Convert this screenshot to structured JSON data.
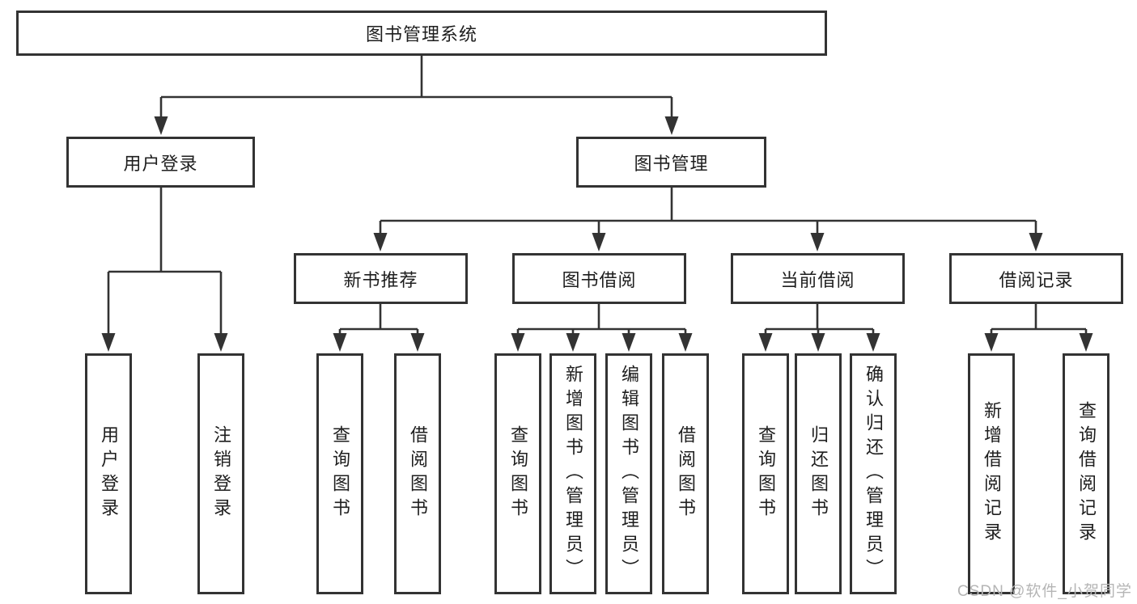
{
  "org": {
    "root": {
      "label": "图书管理系统",
      "children": [
        {
          "label": "用户登录",
          "children": [
            {
              "label": "用户登录"
            },
            {
              "label": "注销登录"
            }
          ]
        },
        {
          "label": "图书管理",
          "children": [
            {
              "label": "新书推荐",
              "children": [
                {
                  "label": "查询图书"
                },
                {
                  "label": "借阅图书"
                }
              ]
            },
            {
              "label": "图书借阅",
              "children": [
                {
                  "label": "查询图书"
                },
                {
                  "label": "新增图书（管理员）"
                },
                {
                  "label": "编辑图书（管理员）"
                },
                {
                  "label": "借阅图书"
                }
              ]
            },
            {
              "label": "当前借阅",
              "children": [
                {
                  "label": "查询图书"
                },
                {
                  "label": "归还图书"
                },
                {
                  "label": "确认归还（管理员）"
                }
              ]
            },
            {
              "label": "借阅记录",
              "children": [
                {
                  "label": "新增借阅记录"
                },
                {
                  "label": "查询借阅记录"
                }
              ]
            }
          ]
        }
      ]
    }
  },
  "watermark": {
    "text": "CSDN @软件_小贺同学"
  },
  "colors": {
    "line": "#333333",
    "border": "#333333",
    "text": "#1e1e1e",
    "background": "#ffffff",
    "watermark": "#b5b5b5"
  }
}
